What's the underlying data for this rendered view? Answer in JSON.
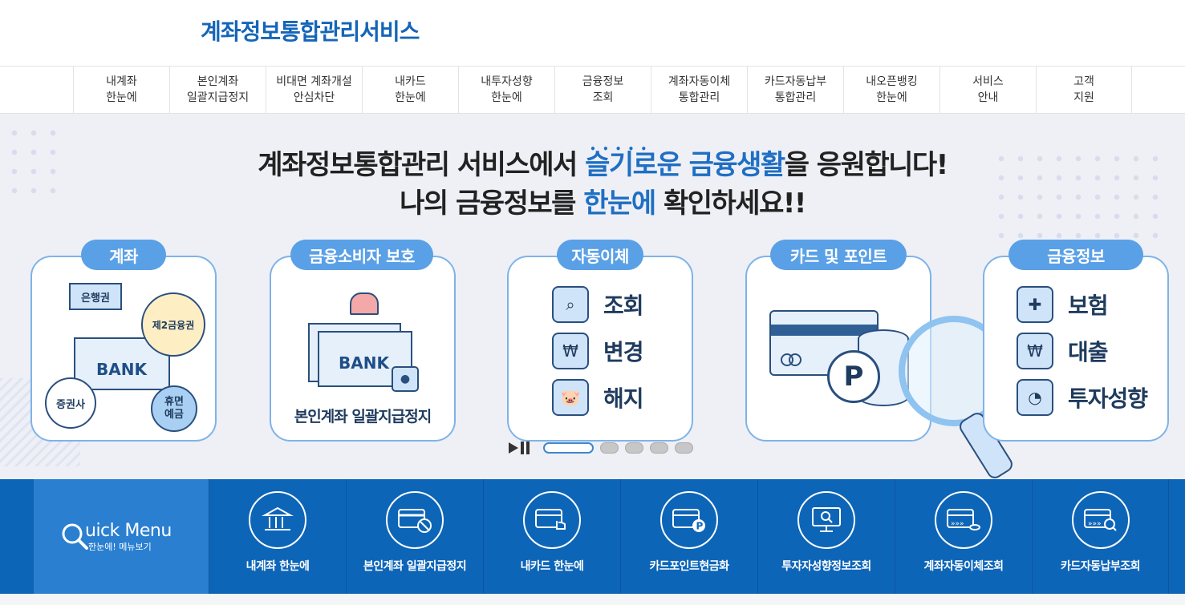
{
  "header": {
    "site_title": "계좌정보통합관리서비스"
  },
  "gnb": {
    "items": [
      {
        "label": "내계좌\n한눈에"
      },
      {
        "label": "본인계좌\n일괄지급정지"
      },
      {
        "label": "비대면 계좌개설\n안심차단"
      },
      {
        "label": "내카드\n한눈에"
      },
      {
        "label": "내투자성향\n한눈에"
      },
      {
        "label": "금융정보\n조회"
      },
      {
        "label": "계좌자동이체\n통합관리"
      },
      {
        "label": "카드자동납부\n통합관리"
      },
      {
        "label": "내오픈뱅킹\n한눈에"
      },
      {
        "label": "서비스\n안내"
      },
      {
        "label": "고객\n지원"
      }
    ]
  },
  "hero": {
    "line1_pre": "계좌정보통합관리 서비스에서 ",
    "line1_hl": "슬기로운 금융생활",
    "line1_post": "을 응원합니다!",
    "line2_pre": "나의 금융정보를 ",
    "line2_hl": "한눈에",
    "line2_post": " 확인하세요!!",
    "cards": {
      "account": {
        "tab": "계좌",
        "bank_tag": "은행권",
        "second_tier": "제2금융권",
        "bank": "BANK",
        "securities": "증권사",
        "dormant": "휴면\n예금"
      },
      "consumer": {
        "tab": "금융소비자 보호",
        "bank": "BANK",
        "caption": "본인계좌 일괄지급정지"
      },
      "autopay": {
        "tab": "자동이체",
        "items": [
          {
            "label": "조회",
            "icon": "search-doc-icon"
          },
          {
            "label": "변경",
            "icon": "won-exchange-icon"
          },
          {
            "label": "해지",
            "icon": "piggy-bank-icon"
          }
        ]
      },
      "card_point": {
        "tab": "카드 및 포인트",
        "point": "P"
      },
      "fin_info": {
        "tab": "금융정보",
        "items": [
          {
            "label": "보험",
            "icon": "shield-icon"
          },
          {
            "label": "대출",
            "icon": "loan-hand-icon"
          },
          {
            "label": "투자성향",
            "icon": "pie-chart-icon"
          }
        ]
      }
    },
    "slider": {
      "pages": 5,
      "active_page": 1
    }
  },
  "quick_menu": {
    "title": "uick Menu",
    "subtitle": "한눈에! 메뉴보기",
    "items": [
      {
        "label": "내계좌 한눈에",
        "icon": "bank-building-icon"
      },
      {
        "label": "본인계좌 일괄지급정지",
        "icon": "card-stop-icon"
      },
      {
        "label": "내카드 한눈에",
        "icon": "card-touch-icon"
      },
      {
        "label": "카드포인트현금화",
        "icon": "card-point-icon"
      },
      {
        "label": "투자자성향정보조회",
        "icon": "monitor-search-icon"
      },
      {
        "label": "계좌자동이체조회",
        "icon": "card-transfer-icon"
      },
      {
        "label": "카드자동납부조회",
        "icon": "card-search-icon"
      }
    ]
  },
  "colors": {
    "brand": "#1565b8",
    "highlight": "#1f6fc3",
    "quick_bg": "#0d65b8",
    "tab_bg": "#5aa0e6"
  }
}
